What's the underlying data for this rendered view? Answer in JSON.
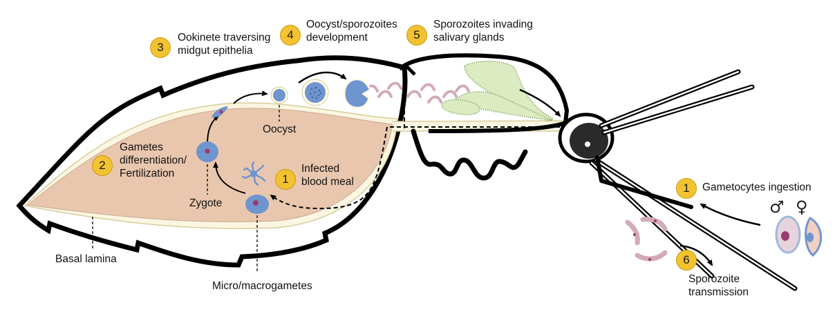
{
  "steps": [
    {
      "number": "1",
      "label_lines": [
        "Infected",
        "blood meal"
      ]
    },
    {
      "number": "2",
      "label_lines": [
        "Gametes",
        "differentiation/",
        "Fertilization"
      ]
    },
    {
      "number": "3",
      "label_lines": [
        "Ookinete traversing",
        "midgut epithelia"
      ]
    },
    {
      "number": "4",
      "label_lines": [
        "Oocyst/sporozoites",
        "development"
      ]
    },
    {
      "number": "5",
      "label_lines": [
        "Sporozoites invading",
        "salivary glands"
      ]
    },
    {
      "number": "1",
      "label_lines": [
        "Gametocytes ingestion"
      ]
    },
    {
      "number": "6",
      "label_lines": [
        "Sporozoite",
        "transmission"
      ]
    }
  ],
  "callouts": {
    "oocyst": "Oocyst",
    "zygote": "Zygote",
    "basal_lamina": "Basal lamina",
    "micro_macrogametes": "Micro/macrogametes"
  },
  "symbols": {
    "male": "♂",
    "female": "♀"
  },
  "colors": {
    "badge": "#f2c230",
    "midgut_lumen": "#e9c7ae",
    "cell_blue": "#6f95cf",
    "cell_nucleus": "#9a3a6e",
    "sporozoite": "#d3aab9",
    "salivary_gland": "#dcebc2",
    "outline": "#000000"
  }
}
